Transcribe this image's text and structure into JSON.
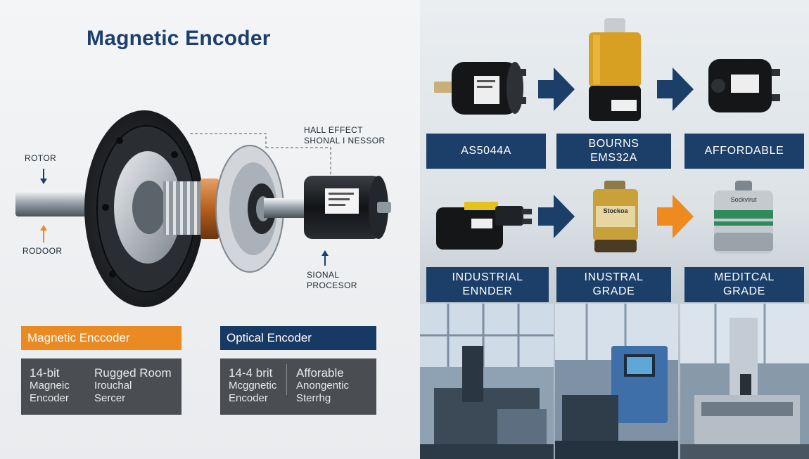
{
  "title": "Magnetic Encoder",
  "diagram_labels": {
    "rotor": "ROTOR",
    "rodoor": "RODOOR",
    "sensor": "HALL EFFECT\nSHONAL I NESSOR",
    "processor": "SIONAL\nPROCESOR"
  },
  "comparison": {
    "magnetic": {
      "header": "Magnetic Enccoder",
      "col1": [
        "14-bit",
        "Magneic",
        "Encoder"
      ],
      "col2": [
        "Rugged Room",
        "Irouchal",
        "Sercer"
      ]
    },
    "optical": {
      "header": "Optical Encoder",
      "col1": [
        "14-4 brit",
        "Mcggnetic",
        "Encoder"
      ],
      "col2": [
        "Afforable",
        "Anongentic",
        "Sterrhg"
      ]
    }
  },
  "products_row1": {
    "labels": [
      "AS5044A",
      "BOURNS\nEMS32A",
      "AFFORDABLE"
    ]
  },
  "products_row2": {
    "labels": [
      "INDUSTRIAL\nENNDER",
      "INUSTRAL\nGRADE",
      "MEDITCAL\nGRADE"
    ],
    "product_text": [
      "Stockoa",
      "Sockvirut"
    ]
  },
  "colors": {
    "navy": "#1c3f6a",
    "orange": "#e98a22",
    "gray_box": "#4a4d52",
    "title_blue": "#1d3f6e"
  }
}
